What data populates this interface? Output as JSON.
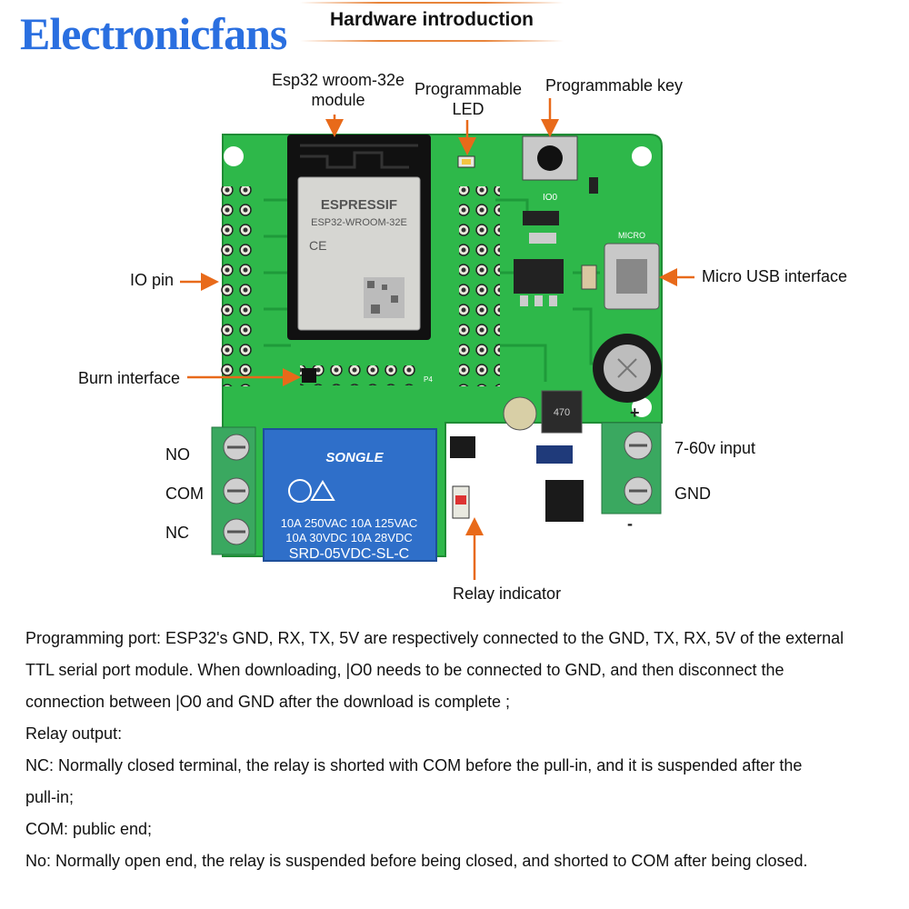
{
  "header": {
    "brand": "Electronicfans",
    "title": "Hardware introduction"
  },
  "labels": {
    "esp32_module": [
      "Esp32 wroom-32e",
      "module"
    ],
    "prog_led": [
      "Programmable",
      "LED"
    ],
    "prog_key": "Programmable key",
    "io_pin": "IO pin",
    "micro_usb": "Micro USB interface",
    "burn_interface": "Burn interface",
    "no": "NO",
    "com": "COM",
    "nc": "NC",
    "input": "7-60v input",
    "gnd": "GND",
    "relay_indicator": "Relay indicator"
  },
  "board": {
    "module_brand": "ESPRESSIF",
    "module_model": "ESP32-WROOM-32E",
    "relay_brand": "SONGLE",
    "relay_rating_1": "10A 250VAC  10A 125VAC",
    "relay_rating_2": "10A  30VDC  10A  28VDC",
    "relay_model": "SRD-05VDC-SL-C",
    "silk_io0": "IO0",
    "silk_micro": "MICRO",
    "silk_p4": "P4",
    "plus": "+",
    "minus": "-"
  },
  "description": [
    "Programming port: ESP32's GND, RX, TX, 5V are respectively connected to the GND, TX, RX, 5V of the external",
    "TTL serial port module. When downloading, |O0 needs to be connected to GND, and then disconnect the",
    "connection between |O0 and GND after the download is complete ;",
    "Relay output:",
    "NC: Normally closed terminal, the relay is shorted with COM before the pull-in, and it is suspended after the",
    "pull-in;",
    "COM: public end;",
    "No: Normally open end, the relay is suspended before being closed, and shorted to COM after being closed."
  ],
  "colors": {
    "brand": "#2a6fe0",
    "pcb": "#2eb84a",
    "arrow": "#e86a1a",
    "relay": "#2f6fc9",
    "terminal": "#3aa860"
  }
}
